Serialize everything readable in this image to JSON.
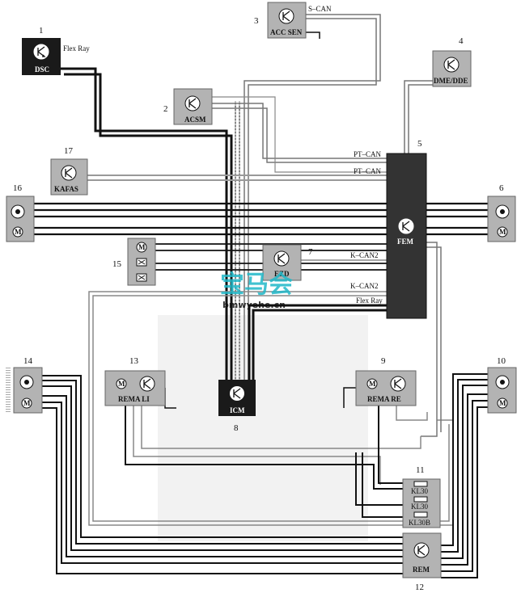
{
  "modules": {
    "dsc": {
      "label": "DSC",
      "number": "1"
    },
    "acsm": {
      "label": "ACSM",
      "number": "2"
    },
    "acc_sen": {
      "label": "ACC SEN",
      "number": "3"
    },
    "dme_dde": {
      "label": "DME/DDE",
      "number": "4"
    },
    "fem": {
      "label": "FEM",
      "number": "5"
    },
    "unit6": {
      "number": "6"
    },
    "ezd": {
      "label": "EZD",
      "number": "7"
    },
    "icm": {
      "label": "ICM",
      "number": "8"
    },
    "rema_re": {
      "label": "REMA RE",
      "number": "9"
    },
    "unit10": {
      "number": "10"
    },
    "fuses": {
      "number": "11",
      "fuse1": "KL30",
      "fuse2": "KL30",
      "fuse3": "KL30B"
    },
    "rem": {
      "label": "REM",
      "number": "12"
    },
    "rema_li": {
      "label": "REMA LI",
      "number": "13"
    },
    "unit14": {
      "number": "14"
    },
    "unit15": {
      "number": "15"
    },
    "unit16": {
      "number": "16"
    },
    "kafas": {
      "label": "KAFAS",
      "number": "17"
    }
  },
  "buses": {
    "flexray_top": "Flex Ray",
    "s_can": "S–CAN",
    "pt_can1": "PT–CAN",
    "pt_can2": "PT–CAN",
    "k_can2_a": "K–CAN2",
    "k_can2_b": "K–CAN2",
    "flexray_fem": "Flex Ray"
  },
  "watermark": {
    "logo": "宝马会",
    "url": "bmwyehe.cn"
  },
  "colors": {
    "module_fill": "#b3b3b3",
    "dark_module": "#1a1a1a",
    "wire": "#111111",
    "watermark": "#20b8c8"
  }
}
